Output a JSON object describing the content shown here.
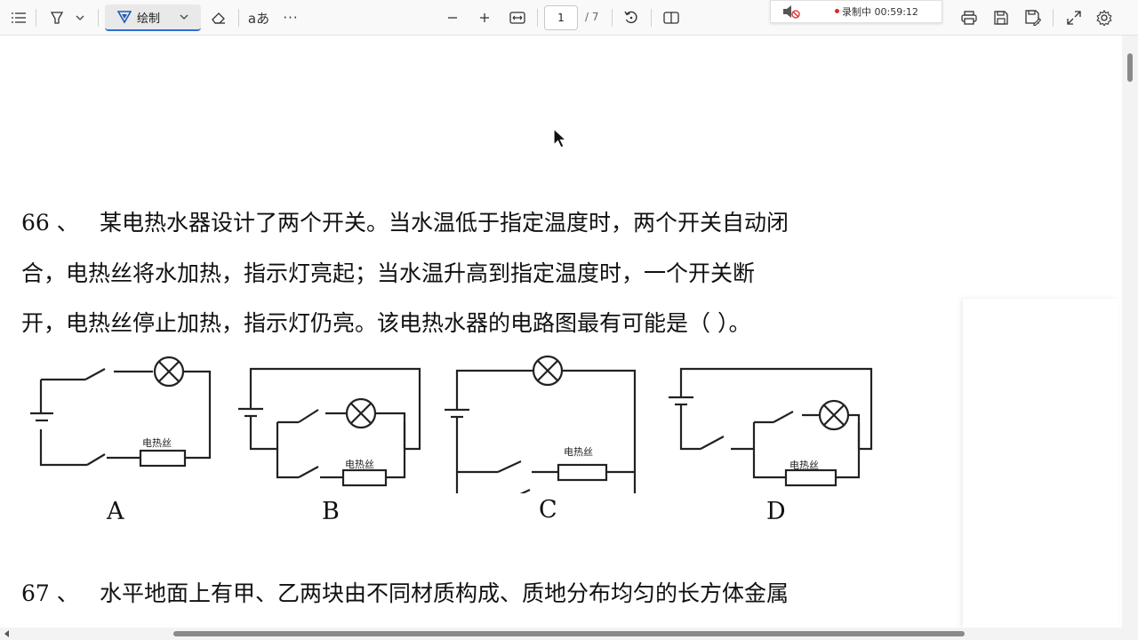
{
  "toolbar": {
    "draw_label": "绘制",
    "page_current": "1",
    "page_total": "/ 7",
    "recording_text": "录制中 00:59:12",
    "icons": [
      "contents-icon",
      "highlight-icon",
      "chevron-down-icon",
      "draw-icon",
      "eraser-icon",
      "read-aloud-icon",
      "more-icon",
      "zoom-out-icon",
      "zoom-in-icon",
      "fit-page-icon",
      "rotate-icon",
      "page-view-icon",
      "mute-icon",
      "print-icon",
      "save-icon",
      "save-as-icon",
      "fullscreen-icon",
      "settings-icon"
    ]
  },
  "question66": {
    "number": "66 、",
    "line1": "某电热水器设计了两个开关。当水温低于指定温度时，两个开关自动闭",
    "line2": "合，电热丝将水加热，指示灯亮起；当水温升高到指定温度时，一个开关断",
    "line3": "开，电热丝停止加热，指示灯仍亮。该电热水器的电路图最有可能是（  ）。",
    "heater_label": "电热丝",
    "options": [
      "A",
      "B",
      "C",
      "D"
    ]
  },
  "question67": {
    "number": "67 、",
    "line1": "水平地面上有甲、乙两块由不同材质构成、质地分布均匀的长方体金属"
  }
}
